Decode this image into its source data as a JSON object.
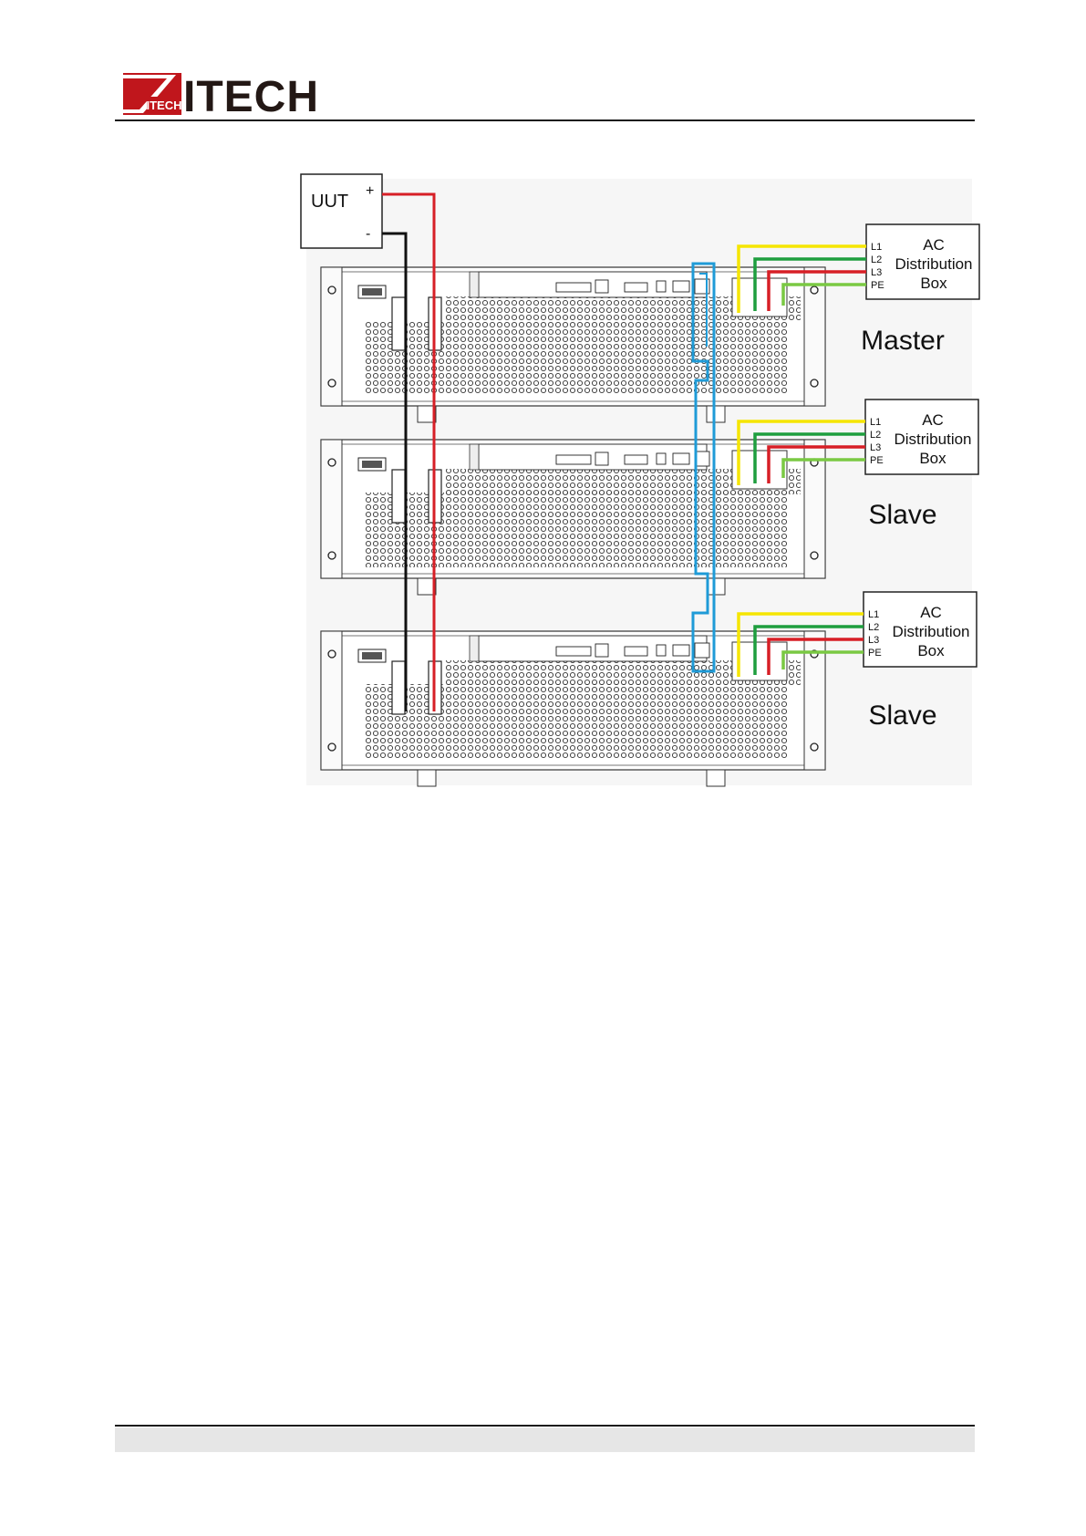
{
  "header": {
    "logo_text": "ITECH",
    "logo_badge_text": "ITECH",
    "brand_color": "#c0161c"
  },
  "diagram": {
    "uut": {
      "label": "UUT",
      "plus": "+",
      "minus": "-"
    },
    "units": [
      {
        "role": "Master"
      },
      {
        "role": "Slave"
      },
      {
        "role": "Slave"
      }
    ],
    "ac_box": {
      "title_lines": [
        "AC",
        "Distribution",
        "Box"
      ],
      "terminals": [
        "L1",
        "L2",
        "L3",
        "PE"
      ]
    },
    "wire_colors": {
      "positive": "#d71f26",
      "negative": "#111111",
      "l1": "#f5e500",
      "l2": "#1e9e3e",
      "l3": "#d71f26",
      "pe": "#7ac943",
      "comm": "#1f9bd7"
    }
  }
}
